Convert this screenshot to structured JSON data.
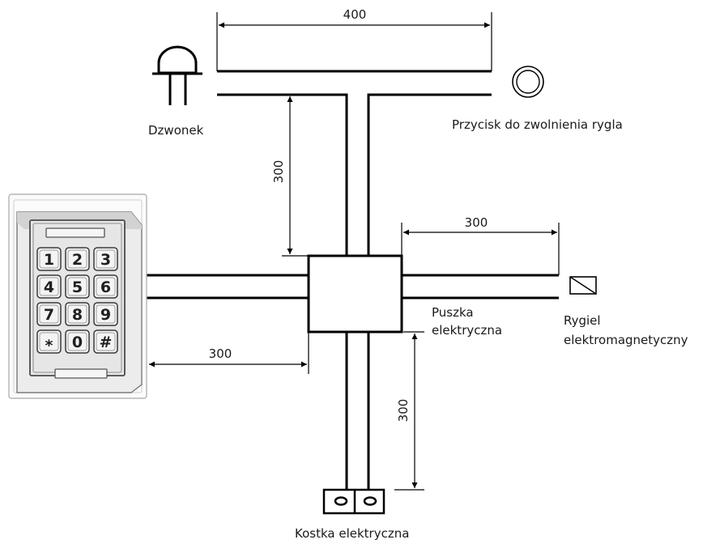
{
  "dimensions": {
    "top": "400",
    "left_vertical": "300",
    "right_horizontal": "300",
    "left_horizontal": "300",
    "bottom_vertical": "300"
  },
  "labels": {
    "bell": "Dzwonek",
    "release_button": "Przycisk do zwolnienia rygla",
    "junction_box_line1": "Puszka",
    "junction_box_line2": "elektryczna",
    "lock_line1": "Rygiel",
    "lock_line2": "elektromagnetyczny",
    "terminal_block": "Kostka elektryczna"
  },
  "keypad": {
    "keys": [
      "1",
      "2",
      "3",
      "4",
      "5",
      "6",
      "7",
      "8",
      "9",
      "*",
      "0",
      "#"
    ]
  }
}
